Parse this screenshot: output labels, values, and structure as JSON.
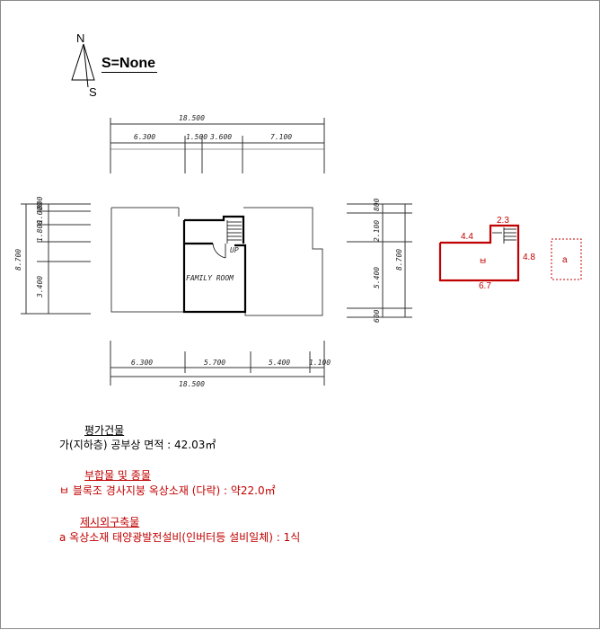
{
  "compass": {
    "north": "N",
    "south": "S"
  },
  "scale_label": "S=None",
  "drawing": {
    "top_total": "18.500",
    "top_segments": [
      "6.300",
      "1.500",
      "3.600",
      "7.100"
    ],
    "bottom_total": "18.500",
    "bottom_segments": [
      "6.300",
      "5.700",
      "5.400",
      "1.100"
    ],
    "left_total": "8.700",
    "left_segments": [
      "800",
      "1.000",
      "1.800",
      "3.400"
    ],
    "right_total": "8.700",
    "right_segments": [
      "800",
      "2.100",
      "5.400",
      "600"
    ],
    "room_label": "FAMILY ROOM",
    "stair_label": "UP"
  },
  "annex": {
    "dim_top": "2.3",
    "dim_left": "4.4",
    "dim_right": "4.8",
    "dim_bottom": "6.7",
    "marker": "ㅂ",
    "box_label": "a"
  },
  "legend": {
    "heading1": "평가건물",
    "line1": "가(지하층) 공부상 면적 : 42.03㎡",
    "heading2": "부합물 및 종물",
    "line2": "ㅂ 블록조 경사지붕 옥상소재 (다락) : 약22.0㎡",
    "heading3": "제시외구축물",
    "line3": "a 옥상소재 태양광발전설비(인버터등 설비일체) : 1식"
  }
}
